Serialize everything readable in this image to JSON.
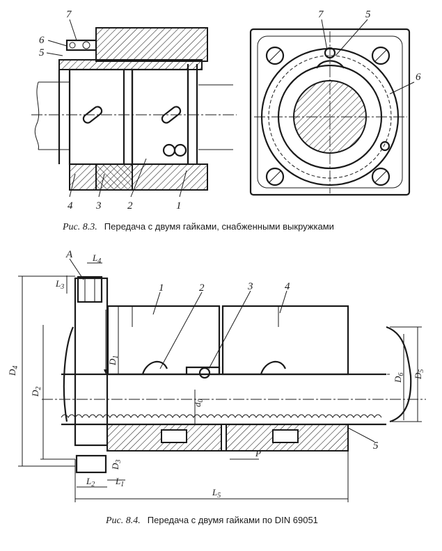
{
  "figure1": {
    "callouts": [
      "7",
      "6",
      "5",
      "4",
      "3",
      "2",
      "1"
    ],
    "end_view_callouts": [
      "7",
      "5",
      "6"
    ],
    "caption_label": "Рис. 8.3.",
    "caption_text": "Передача с двумя гайками, снабженными выкружками"
  },
  "figure2": {
    "callouts": [
      "1",
      "2",
      "3",
      "4",
      "5"
    ],
    "detail_label": "A",
    "dimensions": {
      "L4": "L",
      "L4_sub": "4",
      "L3": "L",
      "L3_sub": "3",
      "D4": "D",
      "D4_sub": "4",
      "D2": "D",
      "D2_sub": "2",
      "D1": "D",
      "D1_sub": "1",
      "D0": "d",
      "D0_sub": "0",
      "D3": "D",
      "D3_sub": "3",
      "D6": "D",
      "D6_sub": "6",
      "D5": "D",
      "D5_sub": "5",
      "P": "P",
      "L2": "L",
      "L2_sub": "2",
      "L1": "L",
      "L1_sub": "1",
      "L5": "L",
      "L5_sub": "5"
    },
    "caption_label": "Рис. 8.4.",
    "caption_text": "Передача с двумя гайками по DIN 69051"
  }
}
